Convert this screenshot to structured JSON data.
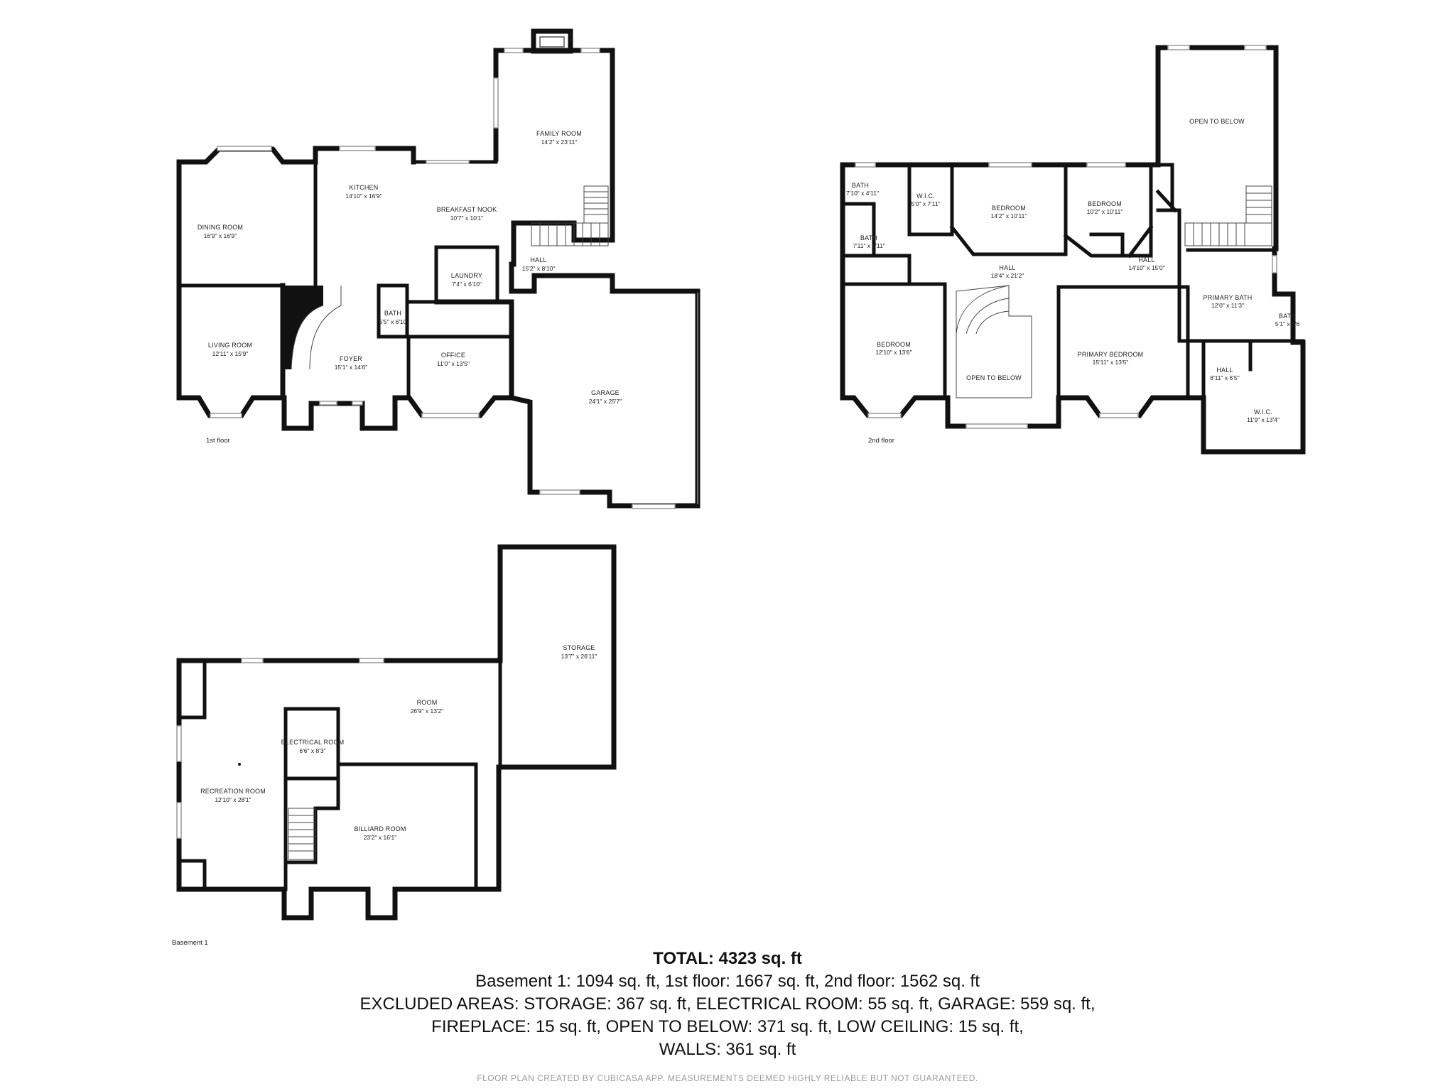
{
  "floors": {
    "first": {
      "label": "1st floor",
      "rooms": {
        "family_room": {
          "name": "FAMILY ROOM",
          "dim": "14'2\" x 23'11\""
        },
        "dining_room": {
          "name": "DINING ROOM",
          "dim": "16'9\" x 16'9\""
        },
        "kitchen": {
          "name": "KITCHEN",
          "dim": "14'10\" x 16'9\""
        },
        "breakfast_nook": {
          "name": "BREAKFAST NOOK",
          "dim": "10'7\" x 10'1\""
        },
        "hall": {
          "name": "HALL",
          "dim": "15'2\" x 8'10\""
        },
        "laundry": {
          "name": "LAUNDRY",
          "dim": "7'4\" x 6'10\""
        },
        "living_room": {
          "name": "LIVING ROOM",
          "dim": "12'11\" x 15'9\""
        },
        "bath": {
          "name": "BATH",
          "dim": "5'5\" x 6'10"
        },
        "foyer": {
          "name": "FOYER",
          "dim": "15'1\" x 14'6\""
        },
        "office": {
          "name": "OFFICE",
          "dim": "11'0\" x 13'5\""
        },
        "garage": {
          "name": "GARAGE",
          "dim": "24'1\" x 25'7\""
        }
      }
    },
    "second": {
      "label": "2nd floor",
      "rooms": {
        "open_to_below_top": {
          "name": "OPEN TO BELOW"
        },
        "bath_a": {
          "name": "BATH",
          "dim": "7'10\" x 4'11\""
        },
        "wic_a": {
          "name": "W.I.C.",
          "dim": "5'0\" x 7'11\""
        },
        "bedroom_a": {
          "name": "BEDROOM",
          "dim": "14'2\" x 10'11\""
        },
        "bedroom_b": {
          "name": "BEDROOM",
          "dim": "10'2\" x 10'11\""
        },
        "bath_b": {
          "name": "BATH",
          "dim": "7'11\" x 6'11\""
        },
        "hall_a": {
          "name": "HALL",
          "dim": "18'4\" x 21'2\""
        },
        "hall_b": {
          "name": "HALL",
          "dim": "14'10\" x 15'0\""
        },
        "primary_bath": {
          "name": "PRIMARY BATH",
          "dim": "12'0\" x 11'3\""
        },
        "bath_c": {
          "name": "BATH",
          "dim": "5'1\" x 5'6"
        },
        "bedroom_c": {
          "name": "BEDROOM",
          "dim": "12'10\" x 13'6\""
        },
        "open_to_below_mid": {
          "name": "OPEN TO BELOW"
        },
        "primary_bedroom": {
          "name": "PRIMARY BEDROOM",
          "dim": "15'11\" x 13'5\""
        },
        "hall_c": {
          "name": "HALL",
          "dim": "8'11\" x 6'5\""
        },
        "wic_b": {
          "name": "W.I.C.",
          "dim": "11'9\" x 13'4\""
        }
      }
    },
    "basement": {
      "label": "Basement 1",
      "rooms": {
        "storage": {
          "name": "STORAGE",
          "dim": "13'7\" x 26'11\""
        },
        "room": {
          "name": "ROOM",
          "dim": "26'9\" x 13'2\""
        },
        "electrical_room": {
          "name": "ELECTRICAL ROOM",
          "dim": "6'6\" x 8'3\""
        },
        "recreation_room": {
          "name": "RECREATION ROOM",
          "dim": "12'10\" x 28'1\""
        },
        "billiard_room": {
          "name": "BILLIARD ROOM",
          "dim": "23'2\" x 16'1\""
        }
      }
    }
  },
  "summary": {
    "total_label": "TOTAL: 4323 sq. ft",
    "line1": "Basement 1: 1094 sq. ft, 1st floor: 1667 sq. ft, 2nd floor: 1562 sq. ft",
    "line2": "EXCLUDED AREAS: STORAGE: 367 sq. ft, ELECTRICAL ROOM: 55 sq. ft, GARAGE: 559 sq. ft,",
    "line3": "FIREPLACE: 15 sq. ft, OPEN TO BELOW: 371 sq. ft, LOW CEILING: 15 sq. ft,",
    "line4": "WALLS: 361 sq. ft"
  },
  "footer": "FLOOR PLAN CREATED BY CUBICASA APP. MEASUREMENTS DEEMED HIGHLY RELIABLE BUT NOT GUARANTEED."
}
